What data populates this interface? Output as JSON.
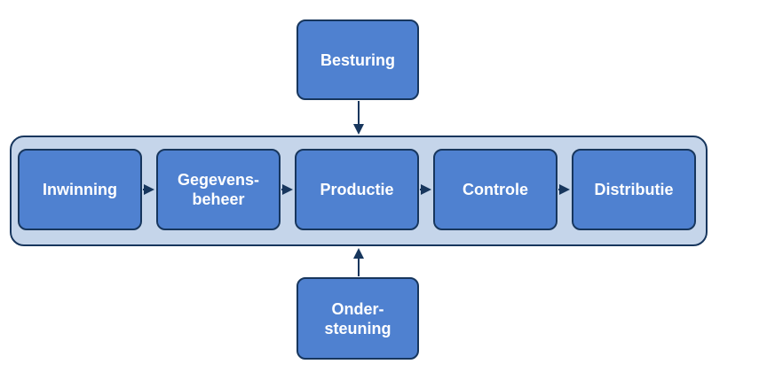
{
  "diagram": {
    "control": {
      "label": "Besturing"
    },
    "support": {
      "label": "Onder-\nsteuning"
    },
    "process_steps": [
      {
        "label": "Inwinning"
      },
      {
        "label": "Gegevens-\nbeheer"
      },
      {
        "label": "Productie"
      },
      {
        "label": "Controle"
      },
      {
        "label": "Distributie"
      }
    ]
  },
  "colors": {
    "box_fill": "#4f81d0",
    "box_border": "#17365d",
    "band_fill": "#c5d5ea",
    "arrow": "#17365d",
    "text": "#ffffff"
  }
}
